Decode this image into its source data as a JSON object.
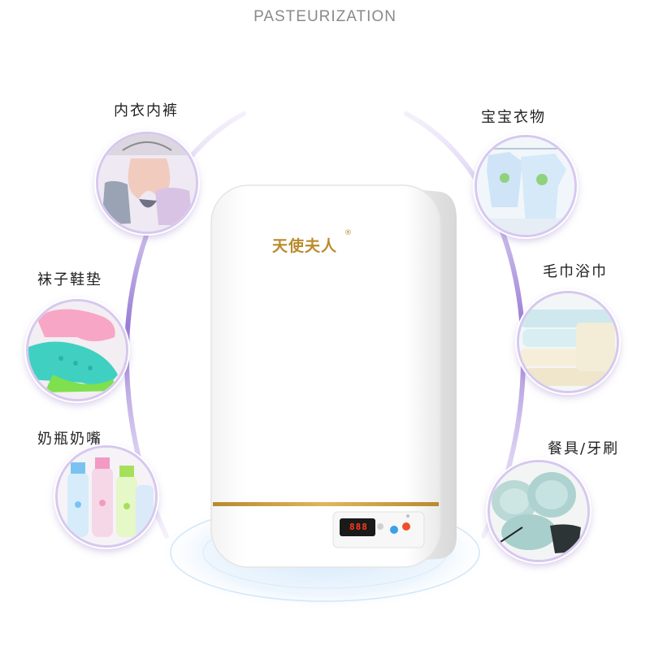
{
  "header": {
    "title": "PASTEURIZATION"
  },
  "product": {
    "brand": "天使夫人",
    "registered_mark": "®",
    "display_readout": "888"
  },
  "categories": {
    "left": [
      {
        "label": "内衣内裤",
        "icon": "underwear-photo"
      },
      {
        "label": "袜子鞋垫",
        "icon": "socks-photo"
      },
      {
        "label": "奶瓶奶嘴",
        "icon": "baby-bottles-photo"
      }
    ],
    "right": [
      {
        "label": "宝宝衣物",
        "icon": "baby-clothes-photo"
      },
      {
        "label": "毛巾浴巾",
        "icon": "towels-photo"
      },
      {
        "label": "餐具/牙刷",
        "icon": "tableware-photo"
      }
    ]
  },
  "colors": {
    "arc_purple": "#9b7fd4",
    "gold_accent": "#c7962e",
    "brand_gold": "#b98b2c",
    "led_red": "#ff3b1f"
  }
}
